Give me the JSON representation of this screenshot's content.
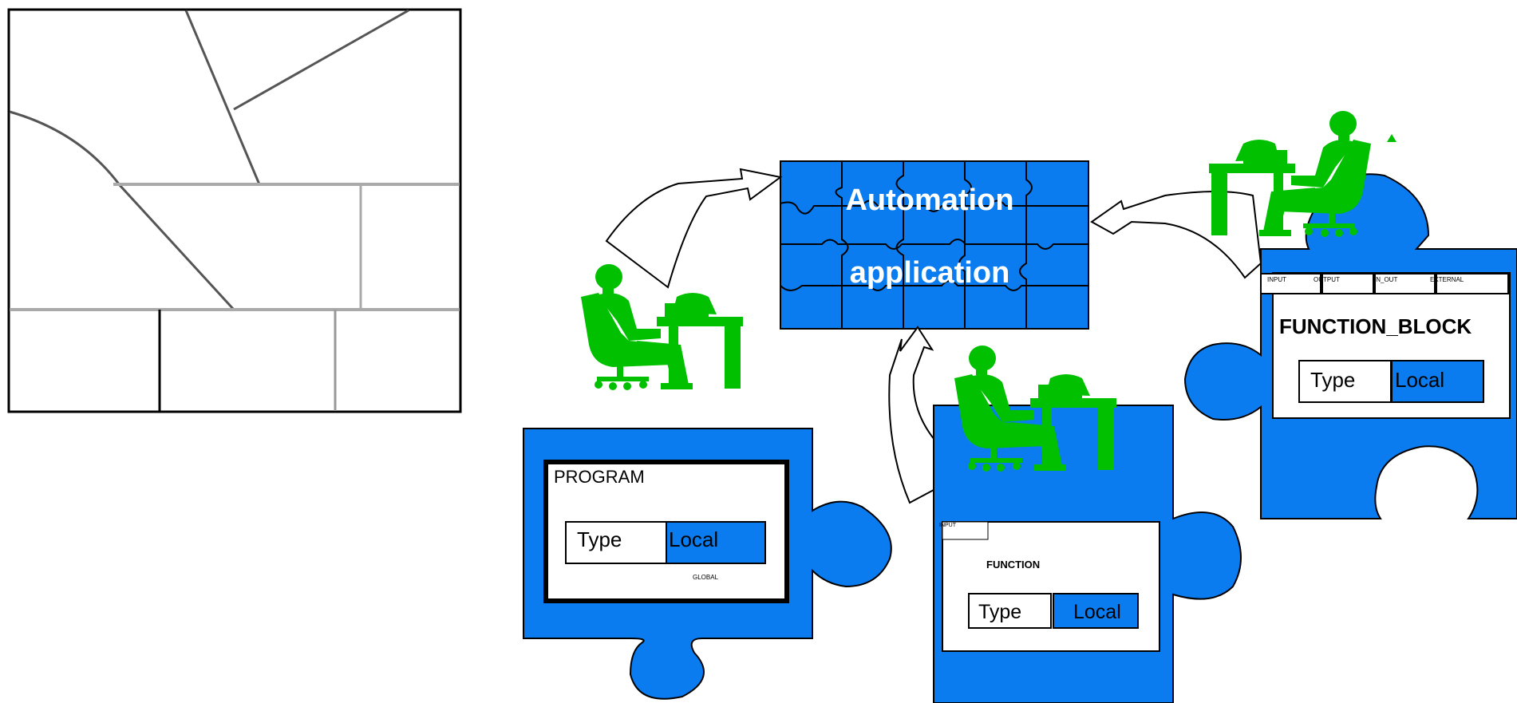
{
  "center": {
    "line1": "Automation",
    "line2": "application"
  },
  "program": {
    "title": "PROGRAM",
    "type_label": "Type",
    "local_label": "Local",
    "global_label": "GLOBAL"
  },
  "function": {
    "input_label": "INPUT",
    "title": "FUNCTION",
    "type_label": "Type",
    "local_label": "Local"
  },
  "function_block": {
    "tabs": [
      "INPUT",
      "OUTPUT",
      "IN_OUT",
      "EXTERNAL"
    ],
    "title": "FUNCTION_BLOCK",
    "type_label": "Type",
    "local_label": "Local"
  },
  "colors": {
    "puzzle_blue": "#0a7cf0",
    "person_green": "#00c000",
    "outline": "#000000"
  }
}
